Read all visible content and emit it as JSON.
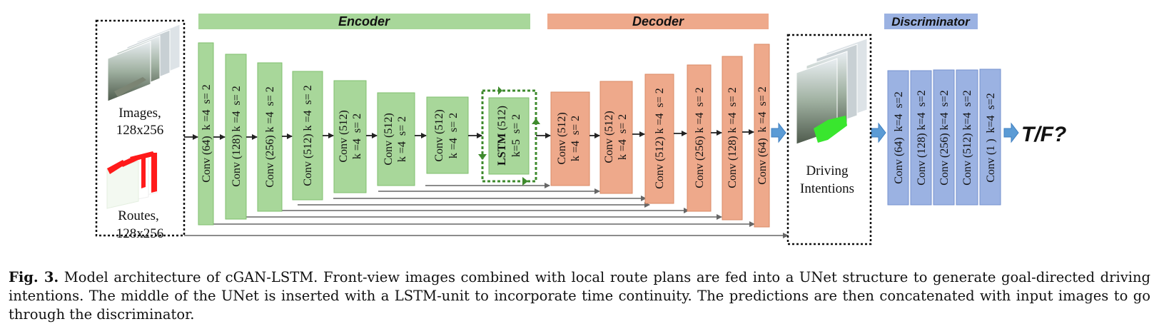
{
  "diagram": {
    "headers": {
      "encoder": "Encoder",
      "decoder": "Decoder",
      "discriminator": "Discriminator"
    },
    "inputs": {
      "images_line1": "Images,",
      "images_line2": "128x256",
      "routes_line1": "Routes,",
      "routes_line2": "128x256"
    },
    "output_image": {
      "line1": "Driving",
      "line2": "Intentions"
    },
    "encoder_blocks": [
      {
        "line1": "Conv (64)  k =4  s= 2"
      },
      {
        "line1": "Conv (128) k =4  s= 2"
      },
      {
        "line1": "Conv (256) k =4  s= 2"
      },
      {
        "line1": "Conv (512) k =4  s= 2"
      },
      {
        "line1": "Conv (512)",
        "line2": "k =4  s= 2"
      },
      {
        "line1": "Conv (512)",
        "line2": "k =4  s= 2"
      },
      {
        "line1": "Conv (512)",
        "line2": "k =4  s= 2"
      }
    ],
    "lstm_block": {
      "bold": "LSTM",
      "rest": " (512)",
      "line2": "k=5  s= 2"
    },
    "decoder_blocks": [
      {
        "line1": "Conv (512)",
        "line2": "k =4  s= 2"
      },
      {
        "line1": "Conv (512)",
        "line2": "k =4  s= 2"
      },
      {
        "line1": "Conv (512) k =4  s= 2"
      },
      {
        "line1": "Conv (256) k =4  s= 2"
      },
      {
        "line1": "Conv (128) k =4  s= 2"
      },
      {
        "line1": "Conv (64)  k =4  s= 2"
      }
    ],
    "discriminator_blocks": [
      {
        "line1": "Conv (64)  k=4  s=2"
      },
      {
        "line1": "Conv (128) k=4  s=2"
      },
      {
        "line1": "Conv (256) k=4  s=2"
      },
      {
        "line1": "Conv (512) k=4  s=2"
      },
      {
        "line1": "Conv (1 )  k=4  s=2"
      }
    ],
    "output_label": "T/F?",
    "colors": {
      "encoder": "#a8d79a",
      "encoder_border": "#7fbf6e",
      "decoder": "#eea98b",
      "decoder_border": "#d98a66",
      "discriminator": "#9bb2e2",
      "discriminator_border": "#7591cf",
      "lstm_dash": "#3e8a2c",
      "arrow_blue": "#5b9bd5",
      "route_red": "#ff1a1a"
    }
  },
  "caption": {
    "label": "Fig. 3.",
    "text": "  Model architecture of cGAN-LSTM. Front-view images combined with local route plans are fed into a UNet structure to generate goal-directed driving intentions. The middle of the UNet is inserted with a LSTM-unit to incorporate time continuity. The predictions are then concatenated with input images to go through the discriminator."
  }
}
